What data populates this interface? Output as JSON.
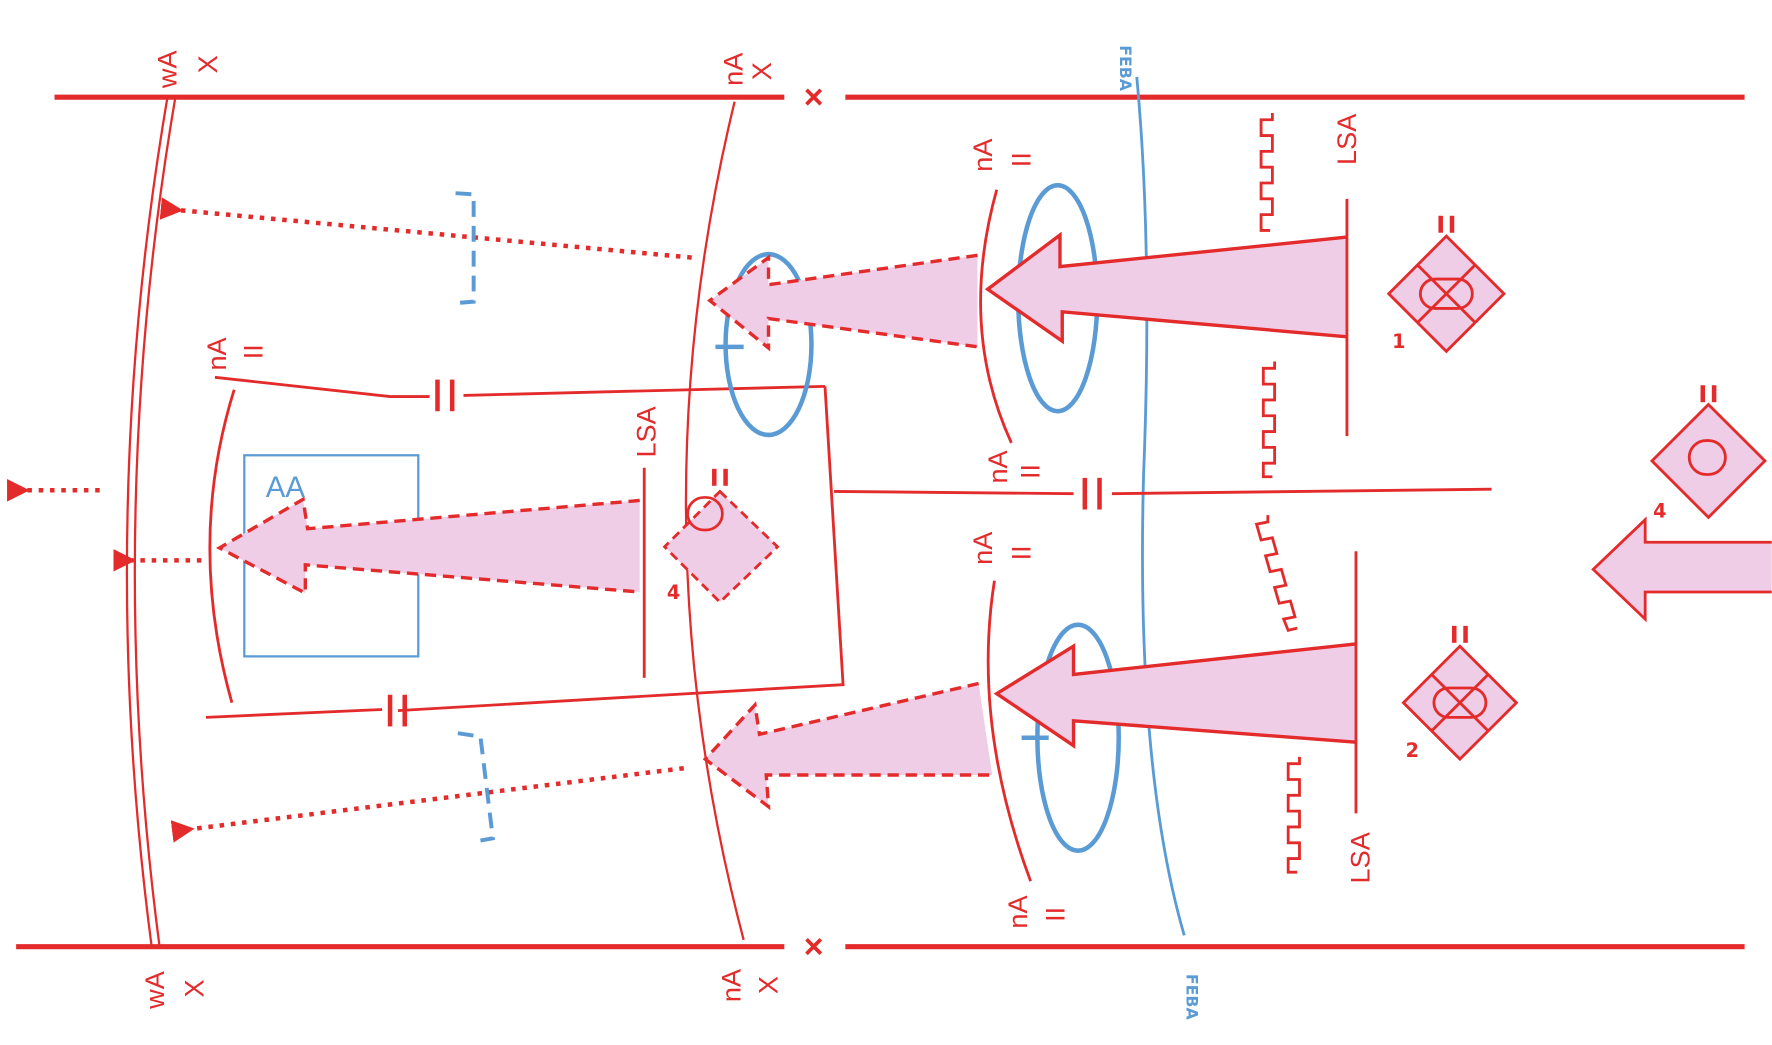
{
  "diagram": {
    "title": "Tactical operations graphic",
    "colors": {
      "friendly_red": "#e32b2b",
      "boundary_blue": "#5b9bd5",
      "arrow_fill": "#f0cde6"
    },
    "boundaries": {
      "top_left_unit": "wA",
      "top_left_echelon": "X",
      "top_mid_unit": "nA",
      "top_mid_echelon": "X",
      "bottom_left_unit": "wA",
      "bottom_left_echelon": "X",
      "bottom_mid_unit": "nA",
      "bottom_mid_echelon": "X",
      "boundary_marker": "×",
      "inner_top_unit": "nA",
      "inner_top_echelon": "II",
      "inner_upper_lower_unit": "nA",
      "inner_upper_lower_echelon": "II",
      "inner_lower_upper_unit": "nA",
      "inner_lower_upper_echelon": "II",
      "inner_bottom_unit": "nA",
      "inner_bottom_echelon": "II",
      "left_box_unit": "nA",
      "left_box_echelon": "II",
      "line_echelon_marker": "II"
    },
    "lines": {
      "feba_top": "FEBA",
      "feba_bottom": "FEBA",
      "lsa_top": "LSA",
      "lsa_bottom": "LSA",
      "lsa_middle": "LSA"
    },
    "areas": {
      "assembly_area": "AA"
    },
    "units": [
      {
        "id": "1",
        "echelon": "II",
        "type": "mechanized infantry"
      },
      {
        "id": "2",
        "echelon": "II",
        "type": "mechanized infantry"
      },
      {
        "id": "4",
        "echelon": "II",
        "type": "armor",
        "position": "reserve (right)"
      },
      {
        "id": "4",
        "echelon": "II",
        "type": "armor",
        "position": "planned (dashed)"
      }
    ],
    "obstacles": {
      "minus_marker": "—"
    }
  }
}
